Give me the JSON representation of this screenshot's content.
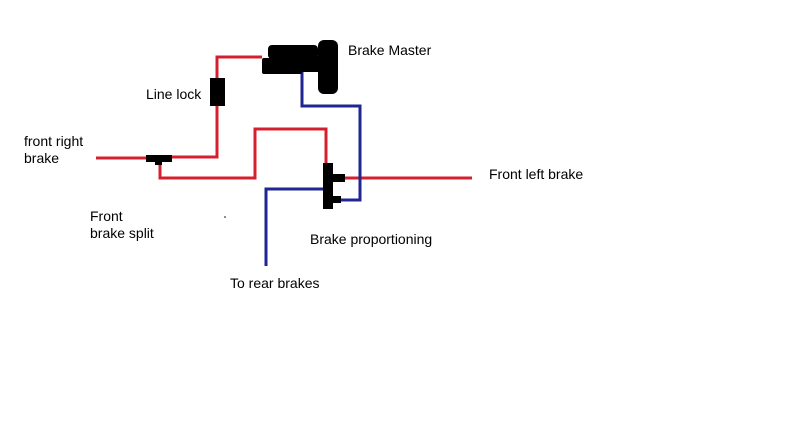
{
  "labels": {
    "brake_master": "Brake Master",
    "line_lock": "Line lock",
    "front_right_brake": [
      "front right",
      "brake"
    ],
    "front_left_brake": "Front left brake",
    "front_brake_split": [
      "Front",
      "brake split"
    ],
    "brake_proportioning": "Brake proportioning",
    "to_rear_brakes": "To rear brakes"
  },
  "colors": {
    "front_line": "#d4202e",
    "rear_line": "#1f2591",
    "component": "#000000",
    "text": "#000000",
    "background": "#ffffff"
  }
}
